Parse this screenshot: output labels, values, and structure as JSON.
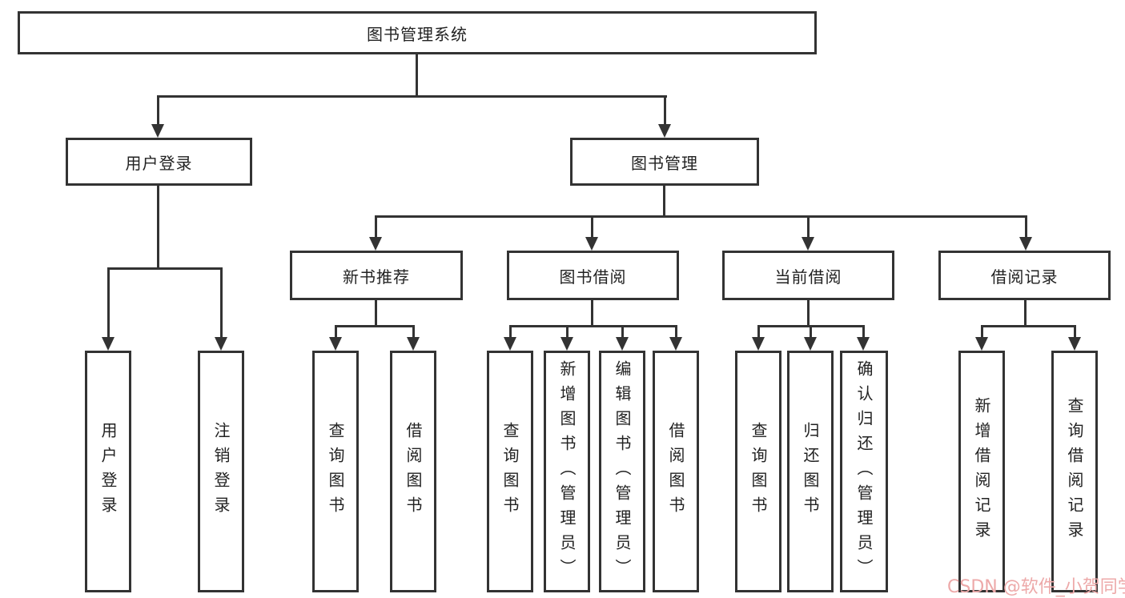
{
  "diagram": {
    "type": "hierarchy-tree",
    "tree": {
      "label": "图书管理系统",
      "children": [
        {
          "label": "用户登录",
          "children": [
            {
              "label": "用户登录"
            },
            {
              "label": "注销登录"
            }
          ]
        },
        {
          "label": "图书管理",
          "children": [
            {
              "label": "新书推荐",
              "children": [
                {
                  "label": "查询图书"
                },
                {
                  "label": "借阅图书"
                }
              ]
            },
            {
              "label": "图书借阅",
              "children": [
                {
                  "label": "查询图书"
                },
                {
                  "label": "新增图书（管理员）"
                },
                {
                  "label": "编辑图书（管理员）"
                },
                {
                  "label": "借阅图书"
                }
              ]
            },
            {
              "label": "当前借阅",
              "children": [
                {
                  "label": "查询图书"
                },
                {
                  "label": "归还图书"
                },
                {
                  "label": "确认归还（管理员）"
                }
              ]
            },
            {
              "label": "借阅记录",
              "children": [
                {
                  "label": "新增借阅记录"
                },
                {
                  "label": "查询借阅记录"
                }
              ]
            }
          ]
        }
      ]
    },
    "colors": {
      "line": "#333333",
      "box_border": "#333333",
      "text": "#222222",
      "background": "#ffffff",
      "watermark": "#eda9a9"
    }
  },
  "watermark": {
    "text": "CSDN @软件_小贺同学"
  }
}
